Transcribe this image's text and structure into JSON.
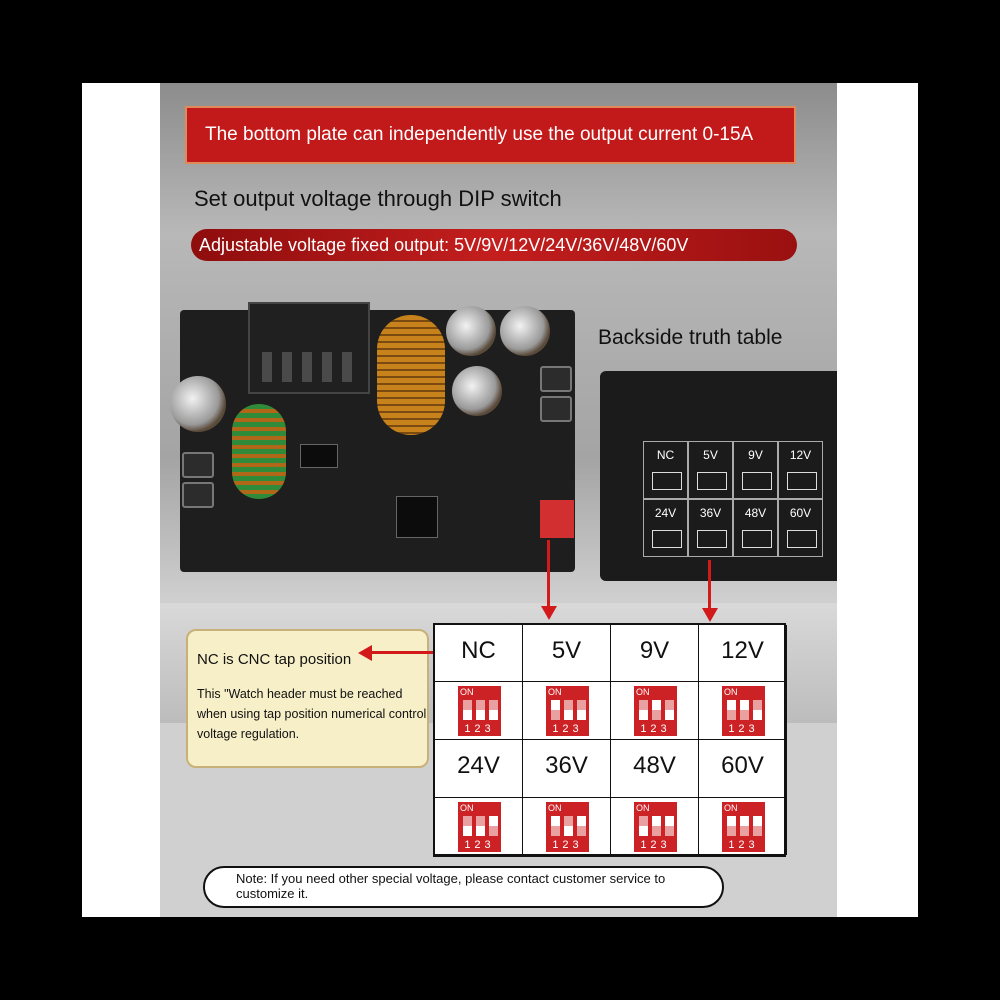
{
  "banner_top": "The bottom plate can independently use the output current 0-15A",
  "subtitle": "Set output voltage through DIP switch",
  "banner_voltages": "Adjustable voltage fixed output: 5V/9V/12V/24V/36V/48V/60V",
  "backside_title": "Backside truth table",
  "mini_table": [
    "NC",
    "5V",
    "9V",
    "12V",
    "24V",
    "36V",
    "48V",
    "60V"
  ],
  "callout": {
    "title": "NC is CNC tap position",
    "body": "This \"Watch header must be reached when using tap position numerical control voltage regulation."
  },
  "truth_table": [
    {
      "label": "NC",
      "switches": [
        0,
        0,
        0
      ]
    },
    {
      "label": "5V",
      "switches": [
        1,
        0,
        0
      ]
    },
    {
      "label": "9V",
      "switches": [
        0,
        1,
        0
      ]
    },
    {
      "label": "12V",
      "switches": [
        1,
        1,
        0
      ]
    },
    {
      "label": "24V",
      "switches": [
        0,
        0,
        1
      ]
    },
    {
      "label": "36V",
      "switches": [
        1,
        0,
        1
      ]
    },
    {
      "label": "48V",
      "switches": [
        0,
        1,
        1
      ]
    },
    {
      "label": "60V",
      "switches": [
        1,
        1,
        1
      ]
    }
  ],
  "dip_on_label": "ON",
  "dip_numbers": "123",
  "footnote": "Note: If you need other special voltage, please contact customer service to customize it.",
  "colors": {
    "accent_red": "#c21a1a",
    "callout_bg": "#f7efc8",
    "dip_red": "#cc2226"
  }
}
